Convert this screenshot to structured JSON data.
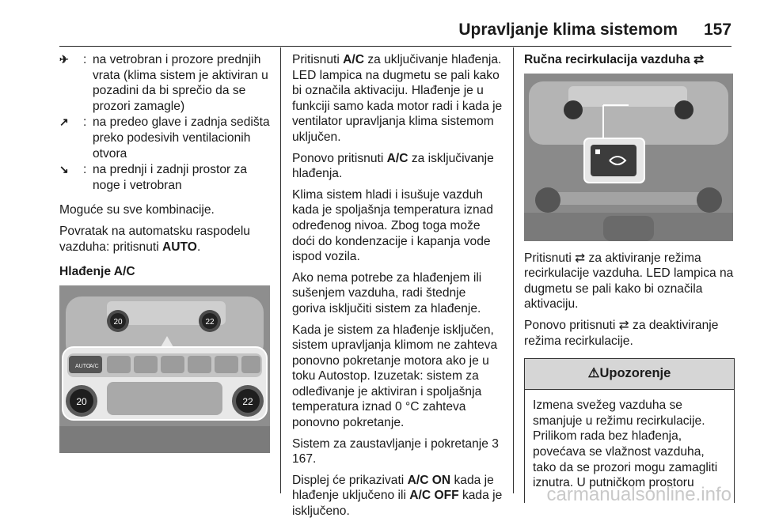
{
  "header": {
    "title": "Upravljanje klima sistemom",
    "page_number": "157"
  },
  "col1": {
    "distribution": [
      {
        "icon": "✈",
        "icon_name": "windshield-feet-icon",
        "text": "na vetrobran i prozore prednjih vrata (klima sistem je aktiviran u pozadini da bi sprečio da se prozori zamagle)"
      },
      {
        "icon": "↗",
        "icon_name": "head-feet-icon",
        "text": "na predeo glave i zadnja sedišta preko podesivih ventilacionih otvora"
      },
      {
        "icon": "↘",
        "icon_name": "feet-windshield-icon",
        "text": "na prednji i zadnji prostor za noge i vetrobran"
      }
    ],
    "colon": ":",
    "para1": "Moguće su sve kombinacije.",
    "para2_pre": "Povratak na automatsku raspodelu vazduha: pritisnuti ",
    "para2_bold": "AUTO",
    "para2_post": ".",
    "heading": "Hlađenje A/C",
    "photo_labels": {
      "left_temp": "20",
      "right_temp": "22",
      "ac": "A/C",
      "auto": "AUTO"
    }
  },
  "col2": {
    "p1_pre": "Pritisnuti ",
    "p1_bold": "A/C",
    "p1_post": " za uključivanje hlađenja. LED lampica na dugmetu se pali kako bi označila aktivaciju. Hlađenje je u funkciji samo kada motor radi i kada je ventilator upravljanja klima sistemom uključen.",
    "p2_pre": "Ponovo pritisnuti ",
    "p2_bold": "A/C",
    "p2_post": " za isključivanje hlađenja.",
    "p3": "Klima sistem hladi i isušuje vazduh kada je spoljašnja temperatura iznad određenog nivoa. Zbog toga može doći do kondenzacije i kapanja vode ispod vozila.",
    "p4": "Ako nema potrebe za hlađenjem ili sušenjem vazduha, radi štednje goriva isključiti sistem za hlađenje.",
    "p5": "Kada je sistem za hlađenje isključen, sistem upravljanja klimom ne zahteva ponovno pokretanje motora ako je u toku Autostop. Izuzetak: sistem za odleđivanje je aktiviran i spoljašnja temperatura iznad 0 °C zahteva ponovno pokretanje.",
    "p6_pre": "Sistem za zaustavljanje i pokretanje ",
    "p6_ref": "3 167.",
    "p7_pre": "Displej će prikazivati ",
    "p7_bold1": "A/C ON",
    "p7_mid": " kada je hlađenje uključeno ili ",
    "p7_bold2": "A/C OFF",
    "p7_post": " kada je isključeno."
  },
  "col3": {
    "heading_text": "Ručna recirkulacija vazduha",
    "recirc_icon": "⇄",
    "p1_pre": "Pritisnuti ",
    "p1_post": " za aktiviranje režima recirkulacije vazduha. LED lampica na dugmetu se pali kako bi označila aktivaciju.",
    "p2_pre": "Ponovo pritisnuti ",
    "p2_post": " za deaktiviranje režima recirkulacije.",
    "warning_icon": "⚠",
    "warning_title": "Upozorenje",
    "warning_text": "Izmena svežeg vazduha se smanjuje u režimu recirkulacije. Prilikom rada bez hlađenja, povećava se vlažnost vazduha, tako da se prozori mogu zamagliti iznutra. U putničkom prostoru"
  },
  "watermark": "carmanualsonline.info"
}
